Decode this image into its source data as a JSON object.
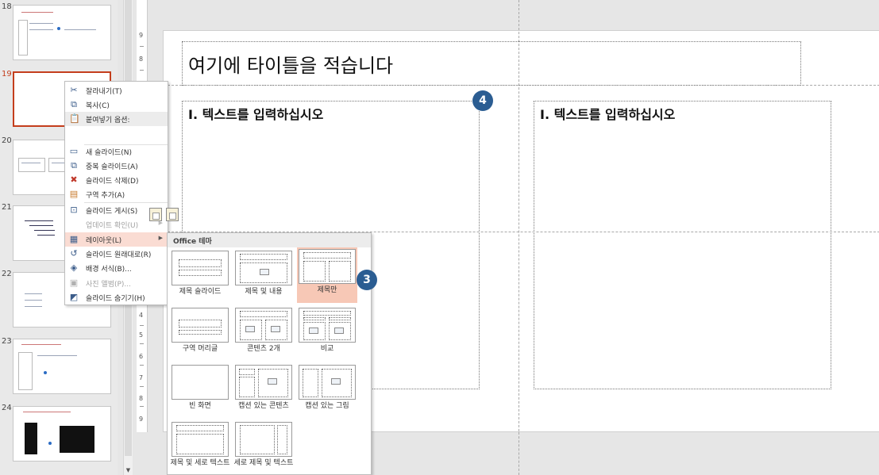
{
  "thumbnails": [
    {
      "number": "18",
      "active": false
    },
    {
      "number": "19",
      "active": true
    },
    {
      "number": "20",
      "active": false
    },
    {
      "number": "21",
      "active": false
    },
    {
      "number": "22",
      "active": false
    },
    {
      "number": "23",
      "active": false
    },
    {
      "number": "24",
      "active": false
    }
  ],
  "ruler": {
    "numbers": [
      "9",
      "8",
      "4",
      "5",
      "6",
      "7",
      "8",
      "9"
    ]
  },
  "slide": {
    "title": "여기에 타이틀을 적습니다",
    "left_text": "I. 텍스트를 입력하십시오",
    "right_text": "I. 텍스트를 입력하십시오"
  },
  "callouts": {
    "step3": "3",
    "step4": "4"
  },
  "context_menu": {
    "cut": "잘라내기(T)",
    "copy": "복사(C)",
    "paste_options": "붙여넣기 옵션:",
    "new_slide": "새 슬라이드(N)",
    "duplicate_slide": "중복 슬라이드(A)",
    "delete_slide": "슬라이드 삭제(D)",
    "add_section": "구역 추가(A)",
    "publish_slide": "슬라이드 게시(S)",
    "check_updates": "업데이트 확인(U)",
    "layout": "레이아웃(L)",
    "reset_slide": "슬라이드 원래대로(R)",
    "format_background": "배경 서식(B)...",
    "photo_album": "사진 앨범(P)...",
    "hide_slide": "슬라이드 숨기기(H)"
  },
  "layout_gallery": {
    "header": "Office 테마",
    "layouts": [
      "제목 슬라이드",
      "제목 및 내용",
      "제목만",
      "구역 머리글",
      "콘텐츠 2개",
      "비교",
      "빈 화면",
      "캡션 있는 콘텐츠",
      "캡션 있는 그림",
      "제목 및 세로 텍스트",
      "세로 제목 및 텍스트"
    ],
    "selected": "제목만"
  },
  "colors": {
    "active_slide_border": "#c43e1c",
    "callout": "#2b5d92",
    "menu_hover": "#fadcd3",
    "gallery_selected": "#f7c8b6"
  }
}
